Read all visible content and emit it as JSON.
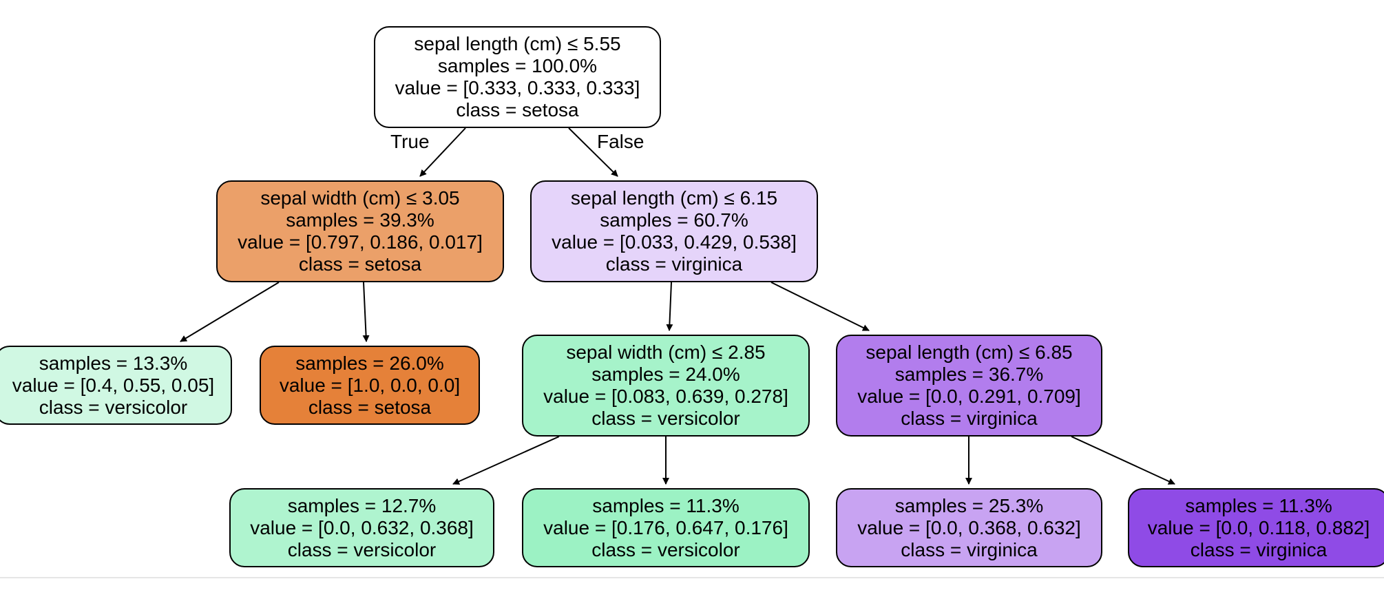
{
  "colors": {
    "white": "#ffffff",
    "setosa_mid": "#eba069",
    "setosa_full": "#e58139",
    "virginica_light": "#e5d4fa",
    "virginica_mid": "#b27ded",
    "virginica_lightmid": "#c8a3f2",
    "virginica_dark": "#8f4be6",
    "versicolor_lightest": "#d0f8e3",
    "versicolor_mid": "#a6f3ca",
    "versicolor_light": "#aff4cf",
    "versicolor_midstrong": "#9cf2c4"
  },
  "nodes": {
    "n0": {
      "split": "sepal length (cm) ≤ 5.55",
      "samples": "samples = 100.0%",
      "value": "value = [0.333, 0.333, 0.333]",
      "class": "class = setosa"
    },
    "n1": {
      "split": "sepal width (cm) ≤ 3.05",
      "samples": "samples = 39.3%",
      "value": "value = [0.797, 0.186, 0.017]",
      "class": "class = setosa"
    },
    "n2": {
      "split": "sepal length (cm) ≤ 6.15",
      "samples": "samples = 60.7%",
      "value": "value = [0.033, 0.429, 0.538]",
      "class": "class = virginica"
    },
    "n3": {
      "samples": "samples = 13.3%",
      "value": "value = [0.4, 0.55, 0.05]",
      "class": "class = versicolor"
    },
    "n4": {
      "samples": "samples = 26.0%",
      "value": "value = [1.0, 0.0, 0.0]",
      "class": "class = setosa"
    },
    "n5": {
      "split": "sepal width (cm) ≤ 2.85",
      "samples": "samples = 24.0%",
      "value": "value = [0.083, 0.639, 0.278]",
      "class": "class = versicolor"
    },
    "n6": {
      "split": "sepal length (cm) ≤ 6.85",
      "samples": "samples = 36.7%",
      "value": "value = [0.0, 0.291, 0.709]",
      "class": "class = virginica"
    },
    "n7": {
      "samples": "samples = 12.7%",
      "value": "value = [0.0, 0.632, 0.368]",
      "class": "class = versicolor"
    },
    "n8": {
      "samples": "samples = 11.3%",
      "value": "value = [0.176, 0.647, 0.176]",
      "class": "class = versicolor"
    },
    "n9": {
      "samples": "samples = 25.3%",
      "value": "value = [0.0, 0.368, 0.632]",
      "class": "class = virginica"
    },
    "n10": {
      "samples": "samples = 11.3%",
      "value": "value = [0.0, 0.118, 0.882]",
      "class": "class = virginica"
    }
  },
  "edge_labels": {
    "true": "True",
    "false": "False"
  }
}
